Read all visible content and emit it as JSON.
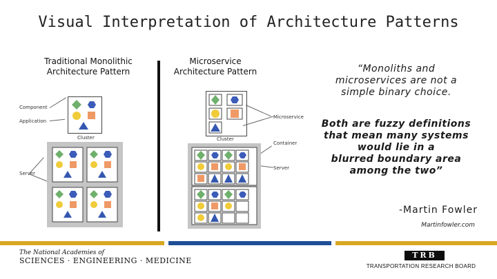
{
  "title": "Visual Interpretation of Architecture Patterns",
  "left_column": {
    "heading_line1": "Traditional Monolithic",
    "heading_line2": "Architecture Pattern",
    "labels": {
      "component": "Component",
      "application": "Application",
      "cluster": "Cluster",
      "server": "Server"
    }
  },
  "middle_column": {
    "heading_line1": "Microservice",
    "heading_line2": "Architecture Pattern",
    "labels": {
      "microservice": "Microservice",
      "cluster": "Cluster",
      "container": "Container",
      "server": "Server"
    }
  },
  "quote": {
    "lines": [
      "“Monoliths and",
      "microservices are not a",
      "simple binary choice."
    ],
    "lines2": [
      "Both are fuzzy definitions",
      "that mean many systems",
      "would lie in a",
      "blurred boundary area",
      "among the two”"
    ],
    "author": "-Martin Fowler",
    "source": "Martinfowler.com"
  },
  "footer": {
    "nas_line1": "The National Academies of",
    "nas_line2": "SCIENCES · ENGINEERING · MEDICINE",
    "trb_logo": "TRB",
    "trb_name": "TRANSPORTATION RESEARCH BOARD"
  },
  "colors": {
    "diamond": "#6fb06c",
    "hexagon": "#3b5cb8",
    "circle": "#f0cc3a",
    "square": "#ef9a66",
    "triangle": "#3458b0",
    "cluster_bg": "#c5c5c5",
    "footer_gold": "#d9a822",
    "footer_navy": "#1f4e96"
  }
}
